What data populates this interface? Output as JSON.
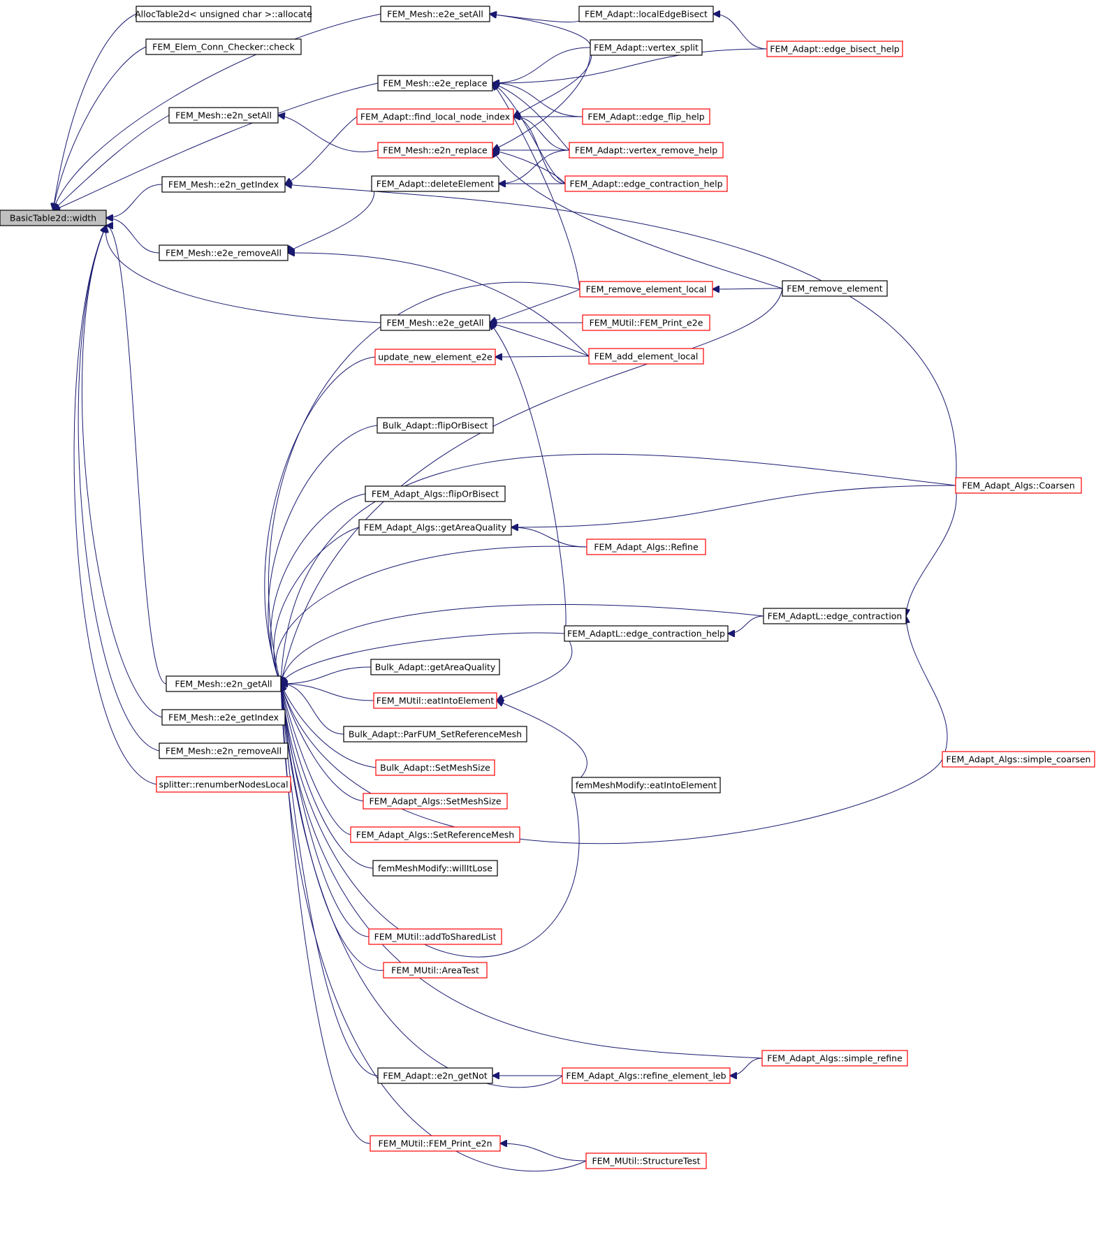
{
  "colors": {
    "edge": "#191970",
    "normal_border": "#000000",
    "truncated_border": "#ff0000",
    "root_fill": "#bfbfbf",
    "node_fill": "#ffffff"
  },
  "graph": {
    "nodes": [
      {
        "id": "root",
        "label": "BasicTable2d::width",
        "kind": "root"
      },
      {
        "id": "alloc",
        "label": "AllocTable2d< unsigned char >::allocate",
        "kind": "normal"
      },
      {
        "id": "conn_check",
        "label": "FEM_Elem_Conn_Checker::check",
        "kind": "normal"
      },
      {
        "id": "e2n_setAll",
        "label": "FEM_Mesh::e2n_setAll",
        "kind": "normal"
      },
      {
        "id": "e2n_getIndex",
        "label": "FEM_Mesh::e2n_getIndex",
        "kind": "normal"
      },
      {
        "id": "e2e_removeAll",
        "label": "FEM_Mesh::e2e_removeAll",
        "kind": "normal"
      },
      {
        "id": "e2n_getAll",
        "label": "FEM_Mesh::e2n_getAll",
        "kind": "normal"
      },
      {
        "id": "e2e_getIndex",
        "label": "FEM_Mesh::e2e_getIndex",
        "kind": "normal"
      },
      {
        "id": "e2n_removeAll",
        "label": "FEM_Mesh::e2n_removeAll",
        "kind": "normal"
      },
      {
        "id": "splitter_renum",
        "label": "splitter::renumberNodesLocal",
        "kind": "truncated"
      },
      {
        "id": "e2e_setAll",
        "label": "FEM_Mesh::e2e_setAll",
        "kind": "normal"
      },
      {
        "id": "e2e_replace",
        "label": "FEM_Mesh::e2e_replace",
        "kind": "normal"
      },
      {
        "id": "find_local_node_index",
        "label": "FEM_Adapt::find_local_node_index",
        "kind": "truncated"
      },
      {
        "id": "e2n_replace",
        "label": "FEM_Mesh::e2n_replace",
        "kind": "truncated"
      },
      {
        "id": "deleteElement",
        "label": "FEM_Adapt::deleteElement",
        "kind": "normal"
      },
      {
        "id": "e2e_getAll",
        "label": "FEM_Mesh::e2e_getAll",
        "kind": "normal"
      },
      {
        "id": "update_new_element_e2e",
        "label": "update_new_element_e2e",
        "kind": "truncated"
      },
      {
        "id": "bulk_flipOrBisect",
        "label": "Bulk_Adapt::flipOrBisect",
        "kind": "normal"
      },
      {
        "id": "algs_flipOrBisect",
        "label": "FEM_Adapt_Algs::flipOrBisect",
        "kind": "normal"
      },
      {
        "id": "algs_getAreaQuality",
        "label": "FEM_Adapt_Algs::getAreaQuality",
        "kind": "normal"
      },
      {
        "id": "bulk_getAreaQuality",
        "label": "Bulk_Adapt::getAreaQuality",
        "kind": "normal"
      },
      {
        "id": "mutil_eatIntoElement",
        "label": "FEM_MUtil::eatIntoElement",
        "kind": "truncated"
      },
      {
        "id": "bulk_parfum_setref",
        "label": "Bulk_Adapt::ParFUM_SetReferenceMesh",
        "kind": "normal"
      },
      {
        "id": "bulk_setMeshSize",
        "label": "Bulk_Adapt::SetMeshSize",
        "kind": "truncated"
      },
      {
        "id": "algs_setMeshSize",
        "label": "FEM_Adapt_Algs::SetMeshSize",
        "kind": "truncated"
      },
      {
        "id": "algs_setRefMesh",
        "label": "FEM_Adapt_Algs::SetReferenceMesh",
        "kind": "truncated"
      },
      {
        "id": "willItLose",
        "label": "femMeshModify::willItLose",
        "kind": "normal"
      },
      {
        "id": "addToSharedList",
        "label": "FEM_MUtil::addToSharedList",
        "kind": "truncated"
      },
      {
        "id": "areaTest",
        "label": "FEM_MUtil::AreaTest",
        "kind": "truncated"
      },
      {
        "id": "e2n_getNot",
        "label": "FEM_Adapt::e2n_getNot",
        "kind": "normal"
      },
      {
        "id": "print_e2n",
        "label": "FEM_MUtil::FEM_Print_e2n",
        "kind": "truncated"
      },
      {
        "id": "localEdgeBisect",
        "label": "FEM_Adapt::localEdgeBisect",
        "kind": "normal"
      },
      {
        "id": "vertex_split",
        "label": "FEM_Adapt::vertex_split",
        "kind": "normal"
      },
      {
        "id": "edge_flip_help",
        "label": "FEM_Adapt::edge_flip_help",
        "kind": "truncated"
      },
      {
        "id": "vertex_remove_help",
        "label": "FEM_Adapt::vertex_remove_help",
        "kind": "truncated"
      },
      {
        "id": "edge_contraction_help",
        "label": "FEM_Adapt::edge_contraction_help",
        "kind": "truncated"
      },
      {
        "id": "remove_element_local",
        "label": "FEM_remove_element_local",
        "kind": "truncated"
      },
      {
        "id": "print_e2e",
        "label": "FEM_MUtil::FEM_Print_e2e",
        "kind": "truncated"
      },
      {
        "id": "add_element_local",
        "label": "FEM_add_element_local",
        "kind": "truncated"
      },
      {
        "id": "algs_refine",
        "label": "FEM_Adapt_Algs::Refine",
        "kind": "truncated"
      },
      {
        "id": "adaptl_ec_help",
        "label": "FEM_AdaptL::edge_contraction_help",
        "kind": "normal"
      },
      {
        "id": "fmm_eatIntoElement",
        "label": "femMeshModify::eatIntoElement",
        "kind": "normal"
      },
      {
        "id": "refine_element_leb",
        "label": "FEM_Adapt_Algs::refine_element_leb",
        "kind": "truncated"
      },
      {
        "id": "structureTest",
        "label": "FEM_MUtil::StructureTest",
        "kind": "truncated"
      },
      {
        "id": "edge_bisect_help",
        "label": "FEM_Adapt::edge_bisect_help",
        "kind": "truncated"
      },
      {
        "id": "remove_element",
        "label": "FEM_remove_element",
        "kind": "normal"
      },
      {
        "id": "algs_coarsen",
        "label": "FEM_Adapt_Algs::Coarsen",
        "kind": "truncated"
      },
      {
        "id": "adaptl_edge_contraction",
        "label": "FEM_AdaptL::edge_contraction",
        "kind": "normal"
      },
      {
        "id": "simple_coarsen",
        "label": "FEM_Adapt_Algs::simple_coarsen",
        "kind": "truncated"
      },
      {
        "id": "simple_refine",
        "label": "FEM_Adapt_Algs::simple_refine",
        "kind": "truncated"
      }
    ],
    "edges": [
      {
        "from": "alloc",
        "to": "root"
      },
      {
        "from": "conn_check",
        "to": "root"
      },
      {
        "from": "e2n_setAll",
        "to": "root"
      },
      {
        "from": "e2n_getIndex",
        "to": "root"
      },
      {
        "from": "e2e_removeAll",
        "to": "root"
      },
      {
        "from": "e2n_getAll",
        "to": "root"
      },
      {
        "from": "e2e_getIndex",
        "to": "root"
      },
      {
        "from": "e2n_removeAll",
        "to": "root"
      },
      {
        "from": "splitter_renum",
        "to": "root"
      },
      {
        "from": "e2e_setAll",
        "to": "root"
      },
      {
        "from": "e2e_replace",
        "to": "root"
      },
      {
        "from": "e2e_getAll",
        "to": "root"
      },
      {
        "from": "find_local_node_index",
        "to": "e2n_getIndex"
      },
      {
        "from": "e2n_replace",
        "to": "e2n_setAll"
      },
      {
        "from": "deleteElement",
        "to": "e2e_removeAll"
      },
      {
        "from": "algs_coarsen",
        "to": "e2n_getIndex"
      },
      {
        "from": "add_element_local",
        "to": "e2e_removeAll"
      },
      {
        "from": "localEdgeBisect",
        "to": "e2e_setAll"
      },
      {
        "from": "vertex_split",
        "to": "e2e_setAll"
      },
      {
        "from": "vertex_split",
        "to": "e2e_replace"
      },
      {
        "from": "edge_bisect_help",
        "to": "e2e_replace"
      },
      {
        "from": "edge_flip_help",
        "to": "e2e_replace"
      },
      {
        "from": "vertex_remove_help",
        "to": "e2e_replace"
      },
      {
        "from": "edge_contraction_help",
        "to": "e2e_replace"
      },
      {
        "from": "remove_element_local",
        "to": "e2e_replace"
      },
      {
        "from": "vertex_split",
        "to": "find_local_node_index"
      },
      {
        "from": "edge_flip_help",
        "to": "find_local_node_index"
      },
      {
        "from": "vertex_remove_help",
        "to": "find_local_node_index"
      },
      {
        "from": "edge_contraction_help",
        "to": "find_local_node_index"
      },
      {
        "from": "vertex_split",
        "to": "e2n_replace"
      },
      {
        "from": "vertex_remove_help",
        "to": "e2n_replace"
      },
      {
        "from": "edge_contraction_help",
        "to": "e2n_replace"
      },
      {
        "from": "remove_element",
        "to": "e2n_replace"
      },
      {
        "from": "edge_contraction_help",
        "to": "deleteElement"
      },
      {
        "from": "vertex_remove_help",
        "to": "deleteElement"
      },
      {
        "from": "edge_bisect_help",
        "to": "localEdgeBisect"
      },
      {
        "from": "remove_element",
        "to": "remove_element_local"
      },
      {
        "from": "remove_element_local",
        "to": "e2e_getAll"
      },
      {
        "from": "print_e2e",
        "to": "e2e_getAll"
      },
      {
        "from": "add_element_local",
        "to": "e2e_getAll"
      },
      {
        "from": "adaptl_ec_help",
        "to": "e2e_getAll"
      },
      {
        "from": "add_element_local",
        "to": "update_new_element_e2e"
      },
      {
        "from": "algs_coarsen",
        "to": "algs_getAreaQuality"
      },
      {
        "from": "algs_refine",
        "to": "algs_getAreaQuality"
      },
      {
        "from": "adaptl_edge_contraction",
        "to": "adaptl_ec_help"
      },
      {
        "from": "algs_coarsen",
        "to": "adaptl_edge_contraction"
      },
      {
        "from": "simple_coarsen",
        "to": "adaptl_edge_contraction"
      },
      {
        "from": "adaptl_ec_help",
        "to": "mutil_eatIntoElement"
      },
      {
        "from": "fmm_eatIntoElement",
        "to": "mutil_eatIntoElement"
      },
      {
        "from": "refine_element_leb",
        "to": "e2n_getNot"
      },
      {
        "from": "simple_refine",
        "to": "refine_element_leb"
      },
      {
        "from": "structureTest",
        "to": "print_e2n"
      },
      {
        "from": "remove_element_local",
        "to": "e2n_getAll"
      },
      {
        "from": "remove_element",
        "to": "e2n_getAll"
      },
      {
        "from": "update_new_element_e2e",
        "to": "e2n_getAll"
      },
      {
        "from": "bulk_flipOrBisect",
        "to": "e2n_getAll"
      },
      {
        "from": "algs_coarsen",
        "to": "e2n_getAll"
      },
      {
        "from": "algs_flipOrBisect",
        "to": "e2n_getAll"
      },
      {
        "from": "algs_getAreaQuality",
        "to": "e2n_getAll"
      },
      {
        "from": "algs_refine",
        "to": "e2n_getAll"
      },
      {
        "from": "adaptl_edge_contraction",
        "to": "e2n_getAll"
      },
      {
        "from": "adaptl_ec_help",
        "to": "e2n_getAll"
      },
      {
        "from": "bulk_getAreaQuality",
        "to": "e2n_getAll"
      },
      {
        "from": "mutil_eatIntoElement",
        "to": "e2n_getAll"
      },
      {
        "from": "bulk_parfum_setref",
        "to": "e2n_getAll"
      },
      {
        "from": "bulk_setMeshSize",
        "to": "e2n_getAll"
      },
      {
        "from": "algs_setMeshSize",
        "to": "e2n_getAll"
      },
      {
        "from": "algs_setRefMesh",
        "to": "e2n_getAll"
      },
      {
        "from": "willItLose",
        "to": "e2n_getAll"
      },
      {
        "from": "simple_coarsen",
        "to": "e2n_getAll"
      },
      {
        "from": "addToSharedList",
        "to": "e2n_getAll"
      },
      {
        "from": "areaTest",
        "to": "e2n_getAll"
      },
      {
        "from": "fmm_eatIntoElement",
        "to": "e2n_getAll"
      },
      {
        "from": "simple_refine",
        "to": "e2n_getAll"
      },
      {
        "from": "e2n_getNot",
        "to": "e2n_getAll"
      },
      {
        "from": "refine_element_leb",
        "to": "e2n_getAll"
      },
      {
        "from": "print_e2n",
        "to": "e2n_getAll"
      },
      {
        "from": "structureTest",
        "to": "e2n_getAll"
      }
    ]
  }
}
